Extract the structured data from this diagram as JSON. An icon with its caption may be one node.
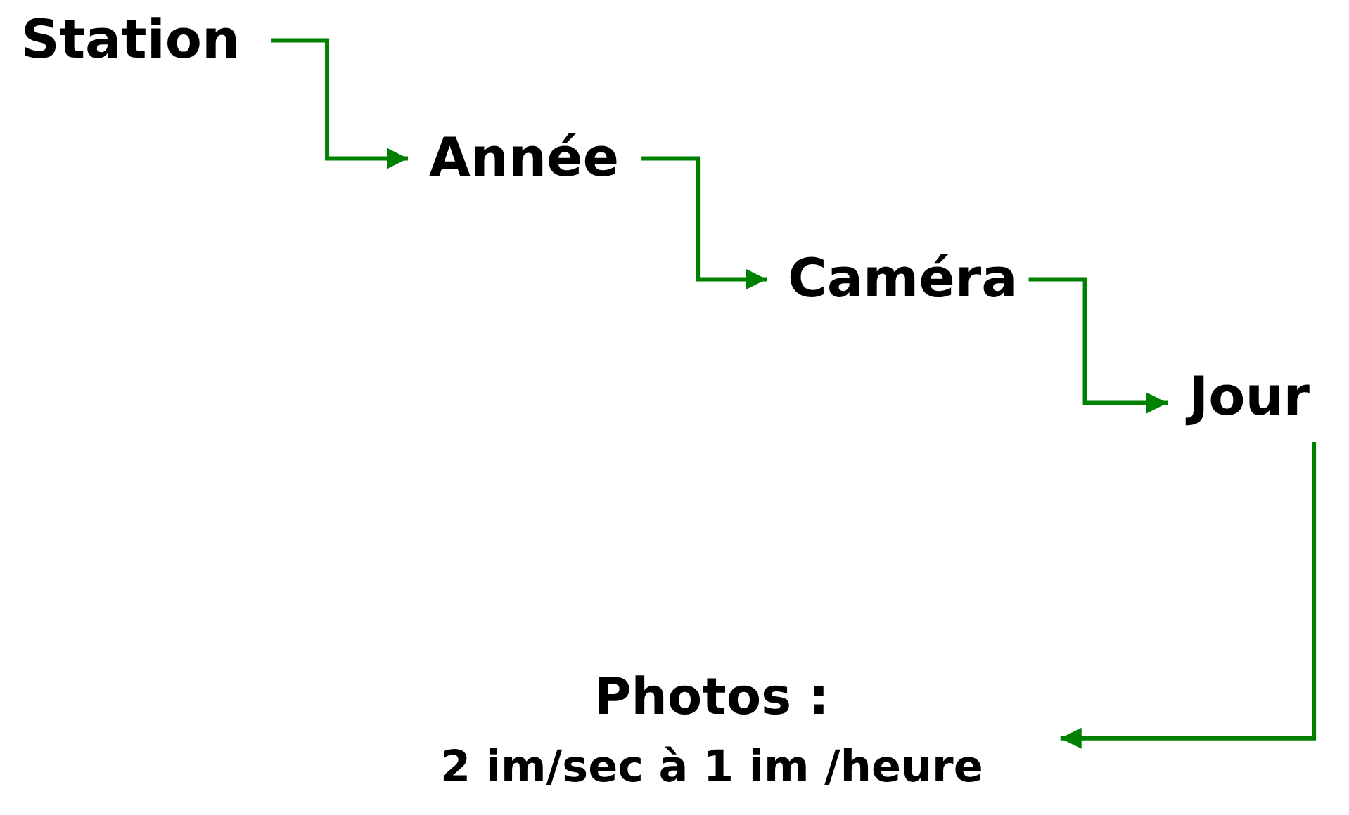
{
  "diagram": {
    "nodes": [
      {
        "text": [
          "Station"
        ]
      },
      {
        "text": [
          "Année"
        ]
      },
      {
        "text": [
          "Caméra"
        ]
      },
      {
        "text": [
          "Jour"
        ]
      },
      {
        "text": [
          "Photos :",
          "2 im/sec à 1 im /heure"
        ]
      }
    ],
    "edges": [
      {
        "from": 0,
        "to": 1,
        "arrow": "to",
        "color": "#008000"
      },
      {
        "from": 1,
        "to": 2,
        "arrow": "to",
        "color": "#008000"
      },
      {
        "from": 2,
        "to": 3,
        "arrow": "to",
        "color": "#008000"
      },
      {
        "from": 3,
        "to": 4,
        "arrow": "to",
        "color": "#008000"
      }
    ]
  }
}
